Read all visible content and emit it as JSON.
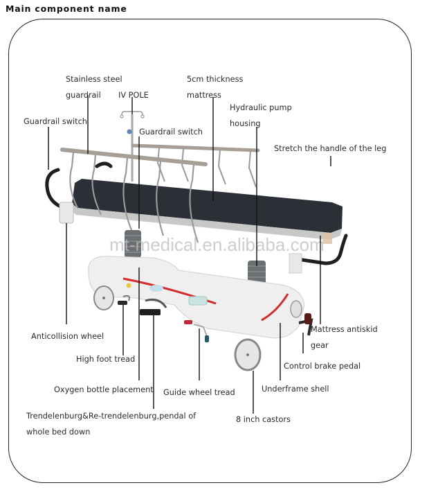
{
  "heading": "Main component name",
  "watermark": "mt-medical.en.alibaba.com",
  "colors": {
    "mattress": "#2b2f36",
    "base": "#eeeeee",
    "stripe": "#d42a2a",
    "rail": "#a79f96",
    "bellows": "#6b6f72",
    "handle": "#1e1f22",
    "leader": "#111111"
  },
  "labels": {
    "stainless_guardrail": [
      "Stainless steel",
      "guardrail"
    ],
    "iv_pole": "IV POLE",
    "mattress": [
      "5cm thickness",
      "mattress"
    ],
    "hydraulic": [
      "Hydraulic pump",
      "housing"
    ],
    "guardrail_switch_left": "Guardrail switch",
    "guardrail_switch_mid": "Guardrail switch",
    "stretch_handle": "Stretch the handle of the leg",
    "anticollision": "Anticollision wheel",
    "high_foot": "High foot tread",
    "oxygen": "Oxygen bottle placement",
    "guide_wheel": "Guide wheel tread",
    "trendelenburg": [
      "Trendelenburg&Re-trendelenburg,pendal of",
      "whole bed down"
    ],
    "castors": "8 inch castors",
    "underframe": "Underframe shell",
    "brake": "Control brake pedal",
    "antiskid": [
      "Mattress antiskid",
      "gear"
    ]
  }
}
